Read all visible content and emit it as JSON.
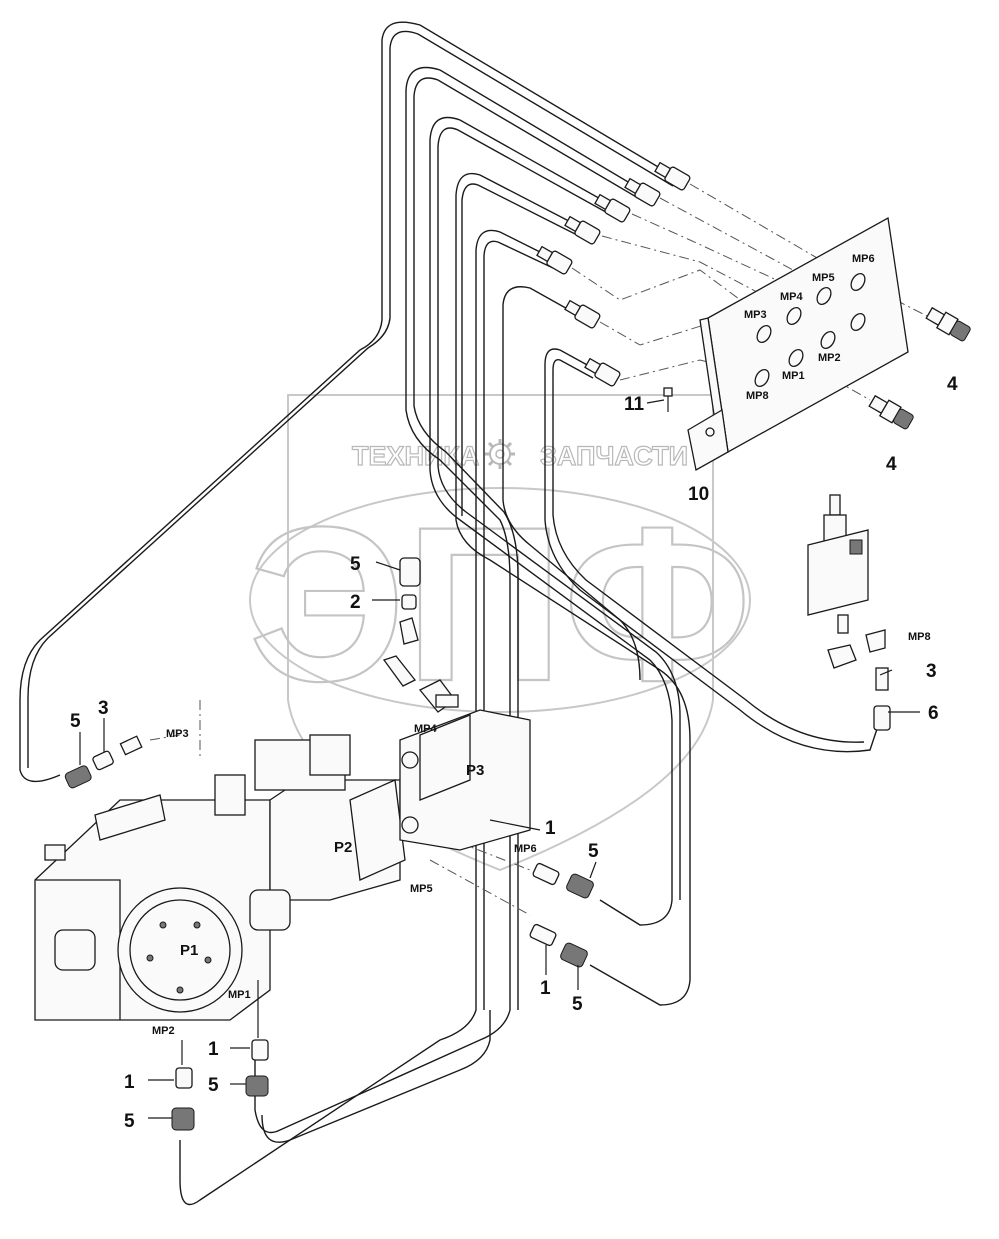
{
  "watermark": {
    "left_text": "ТЕХНИКА",
    "right_text": "ЗАПЧАСТИ",
    "big_text": "ЭПФ",
    "gear_icon": "gear-icon"
  },
  "labels": {
    "callouts": {
      "c4a": "4",
      "c4b": "4",
      "c11": "11",
      "c10": "10",
      "c5_top": "5",
      "c2": "2",
      "c5_left": "5",
      "c3_left": "3",
      "c3_right": "3",
      "c6": "6",
      "c1_mid": "1",
      "c5_mid": "5",
      "c1_low": "1",
      "c5_low": "5",
      "c1_a": "1",
      "c5_a": "5",
      "c1_b": "1",
      "c5_b": "5"
    },
    "ports": {
      "panel_mp6": "MP6",
      "panel_mp5": "MP5",
      "panel_mp4": "MP4",
      "panel_mp3": "MP3",
      "panel_mp2": "MP2",
      "panel_mp1": "MP1",
      "panel_mp8": "MP8",
      "mp8_valve": "MP8",
      "mp3_pump": "MP3",
      "mp4_pump": "MP4",
      "mp6_pump": "MP6",
      "mp5_pump": "MP5",
      "mp1_pump": "MP1",
      "mp2_pump": "MP2"
    },
    "pumps": {
      "p1": "P1",
      "p2": "P2",
      "p3": "P3"
    }
  }
}
